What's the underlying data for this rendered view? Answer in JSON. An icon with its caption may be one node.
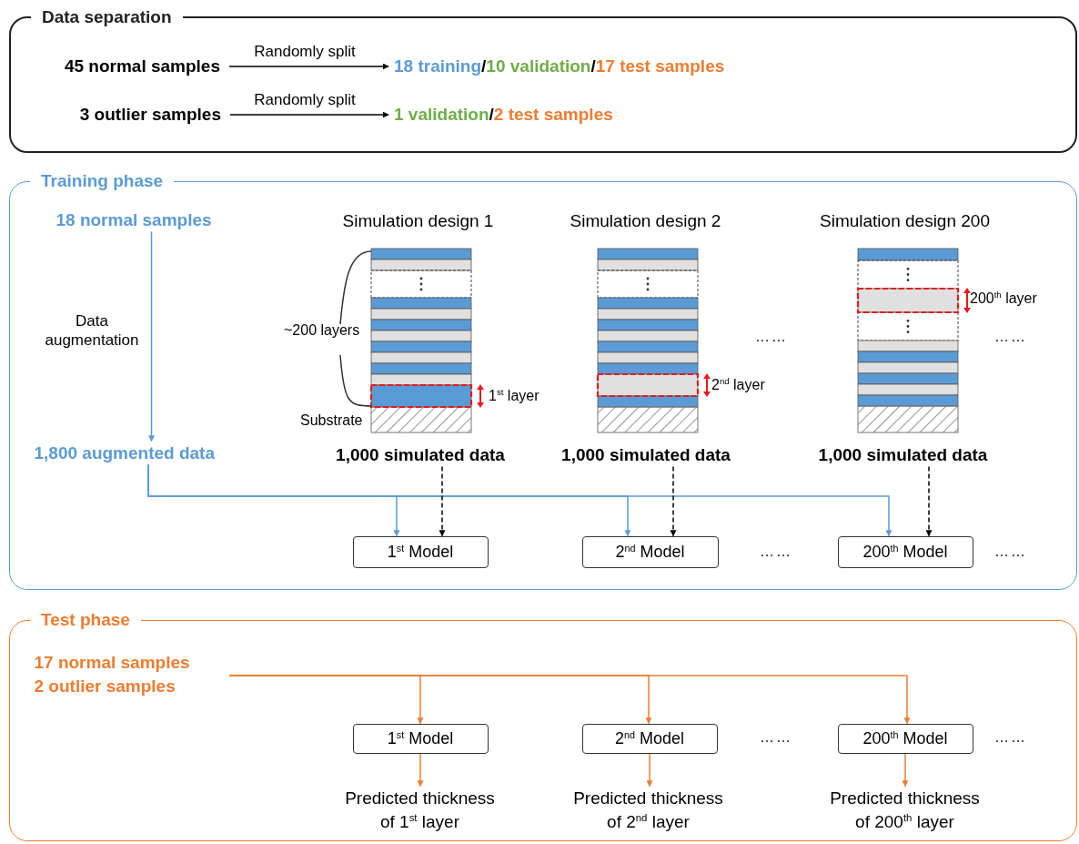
{
  "diagram": {
    "nodes": [
      {
        "text": [
          "Data separation"
        ]
      },
      {
        "text": [
          "45 normal samples"
        ],
        "in": 0
      },
      {
        "text": [
          "18 training",
          "/",
          "10 validation",
          "/",
          "17 test samples"
        ],
        "in": 0
      },
      {
        "text": [
          "3 outlier samples"
        ],
        "in": 0
      },
      {
        "text": [
          "1 validation",
          "/",
          "2 test samples"
        ],
        "in": 0
      },
      {
        "text": [
          "Training phase"
        ]
      },
      {
        "text": [
          "18 normal samples"
        ],
        "in": 5
      },
      {
        "text": [
          "Simulation design 1"
        ],
        "in": 5
      },
      {
        "text": [
          "Simulation design 2"
        ],
        "in": 5
      },
      {
        "text": [
          "Simulation design 200"
        ],
        "in": 5
      },
      {
        "text": [
          "1,800 augmented data"
        ],
        "in": 5
      },
      {
        "text": [
          "1,000 simulated data"
        ],
        "in": 5
      },
      {
        "text": [
          "1,000 simulated data"
        ],
        "in": 5
      },
      {
        "text": [
          "1,000 simulated data"
        ],
        "in": 5
      },
      {
        "text": [
          "1$^{st}$ Model"
        ],
        "in": 5
      },
      {
        "text": [
          "2$^{nd}$ Model"
        ],
        "in": 5
      },
      {
        "text": [
          "200$^{th}$ Model"
        ],
        "in": 5
      },
      {
        "text": [
          "Test phase"
        ]
      },
      {
        "text": [
          "17 normal samples",
          "2 outlier samples"
        ],
        "in": 17
      },
      {
        "text": [
          "1$^{st}$ Model"
        ],
        "in": 17
      },
      {
        "text": [
          "2$^{nd}$ Model"
        ],
        "in": 17
      },
      {
        "text": [
          "200$^{th}$ Model"
        ],
        "in": 17
      },
      {
        "text": [
          "Predicted thickness of 1$^{st}$ layer"
        ],
        "in": 17
      },
      {
        "text": [
          "Predicted thickness of 2$^{nd}$ layer"
        ],
        "in": 17
      },
      {
        "text": [
          "Predicted thickness of 200$^{th}$ layer"
        ],
        "in": 17
      }
    ],
    "edges": [
      {
        "from": 1,
        "to": 2,
        "arrow": "to",
        "label": "Randomly split",
        "color": "#000000"
      },
      {
        "from": 3,
        "to": 4,
        "arrow": "to",
        "label": "Randomly split",
        "color": "#000000"
      },
      {
        "from": 6,
        "to": 10,
        "arrow": "to",
        "label": "Data augmentation",
        "color": "#5b9bd5"
      },
      {
        "from": 10,
        "to": 14,
        "arrow": "to",
        "color": "#5b9bd5"
      },
      {
        "from": 10,
        "to": 15,
        "arrow": "to",
        "color": "#5b9bd5"
      },
      {
        "from": 10,
        "to": 16,
        "arrow": "to",
        "color": "#5b9bd5"
      },
      {
        "from": 11,
        "to": 14,
        "arrow": "to",
        "style": "dashed",
        "color": "#000000"
      },
      {
        "from": 12,
        "to": 15,
        "arrow": "to",
        "style": "dashed",
        "color": "#000000"
      },
      {
        "from": 13,
        "to": 16,
        "arrow": "to",
        "style": "dashed",
        "color": "#000000"
      },
      {
        "from": 18,
        "to": 19,
        "arrow": "to",
        "color": "#ed7d31"
      },
      {
        "from": 18,
        "to": 20,
        "arrow": "to",
        "color": "#ed7d31"
      },
      {
        "from": 18,
        "to": 21,
        "arrow": "to",
        "color": "#ed7d31"
      },
      {
        "from": 19,
        "to": 22,
        "arrow": "to",
        "color": "#ed7d31"
      },
      {
        "from": 20,
        "to": 23,
        "arrow": "to",
        "color": "#ed7d31"
      },
      {
        "from": 21,
        "to": 24,
        "arrow": "to",
        "color": "#ed7d31"
      }
    ],
    "labels": [
      "~200 layers",
      "Substrate",
      "1$^{st}$ layer",
      "2$^{nd}$ layer",
      "200$^{th}$ layer",
      "……",
      "……",
      "……",
      "……",
      "……",
      "……"
    ]
  }
}
